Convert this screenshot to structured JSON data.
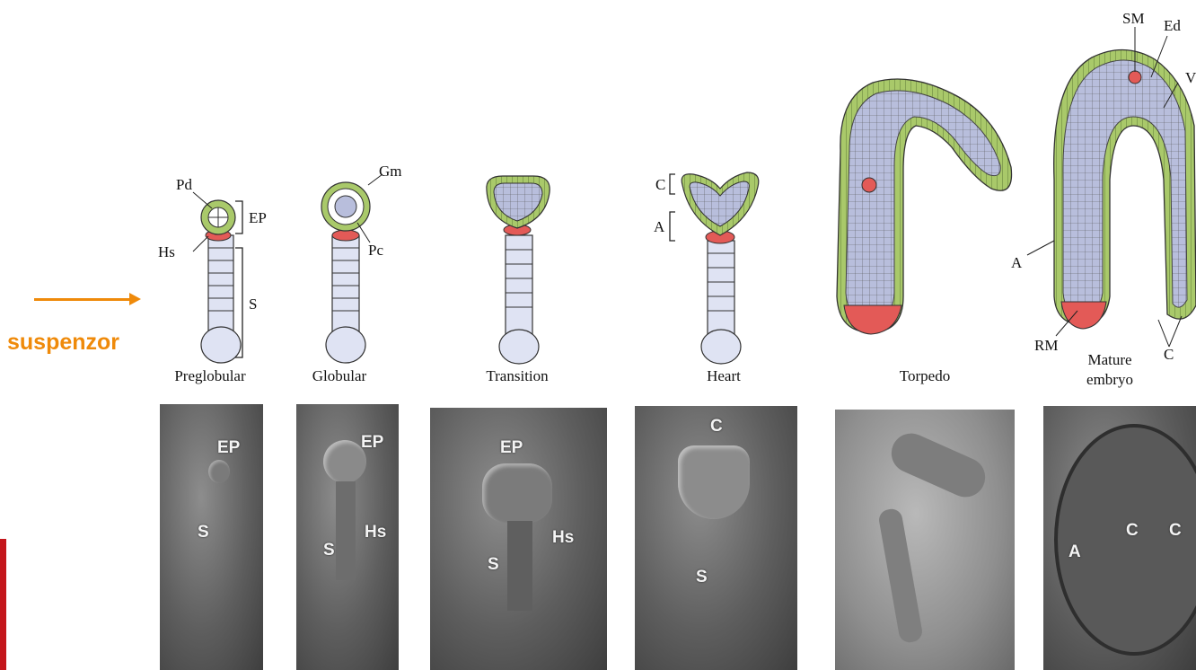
{
  "annotation": {
    "label": "suspenzor",
    "color": "#ef8a0a"
  },
  "stages": [
    {
      "name": "Preglobular"
    },
    {
      "name": "Globular"
    },
    {
      "name": "Transition"
    },
    {
      "name": "Heart"
    },
    {
      "name": "Torpedo"
    },
    {
      "name": "Mature\nembryo",
      "line1": "Mature",
      "line2": "embryo"
    }
  ],
  "diagram_labels": {
    "pd": "Pd",
    "ep": "EP",
    "hs": "Hs",
    "s": "S",
    "gm": "Gm",
    "pc": "Pc",
    "c": "C",
    "a": "A",
    "sm": "SM",
    "ed": "Ed",
    "v": "V",
    "rm": "RM"
  },
  "photo_labels": {
    "preglobular": [
      "EP",
      "S"
    ],
    "globular": [
      "EP",
      "Hs",
      "S"
    ],
    "transition": [
      "EP",
      "Hs",
      "S"
    ],
    "heart": [
      "C",
      "S"
    ],
    "mature": [
      "A",
      "C",
      "C"
    ]
  },
  "colors": {
    "epidermis": "#a9c96a",
    "ground": "#b8bedc",
    "meristem": "#e35a57",
    "suspensor": "#dfe3f3"
  }
}
